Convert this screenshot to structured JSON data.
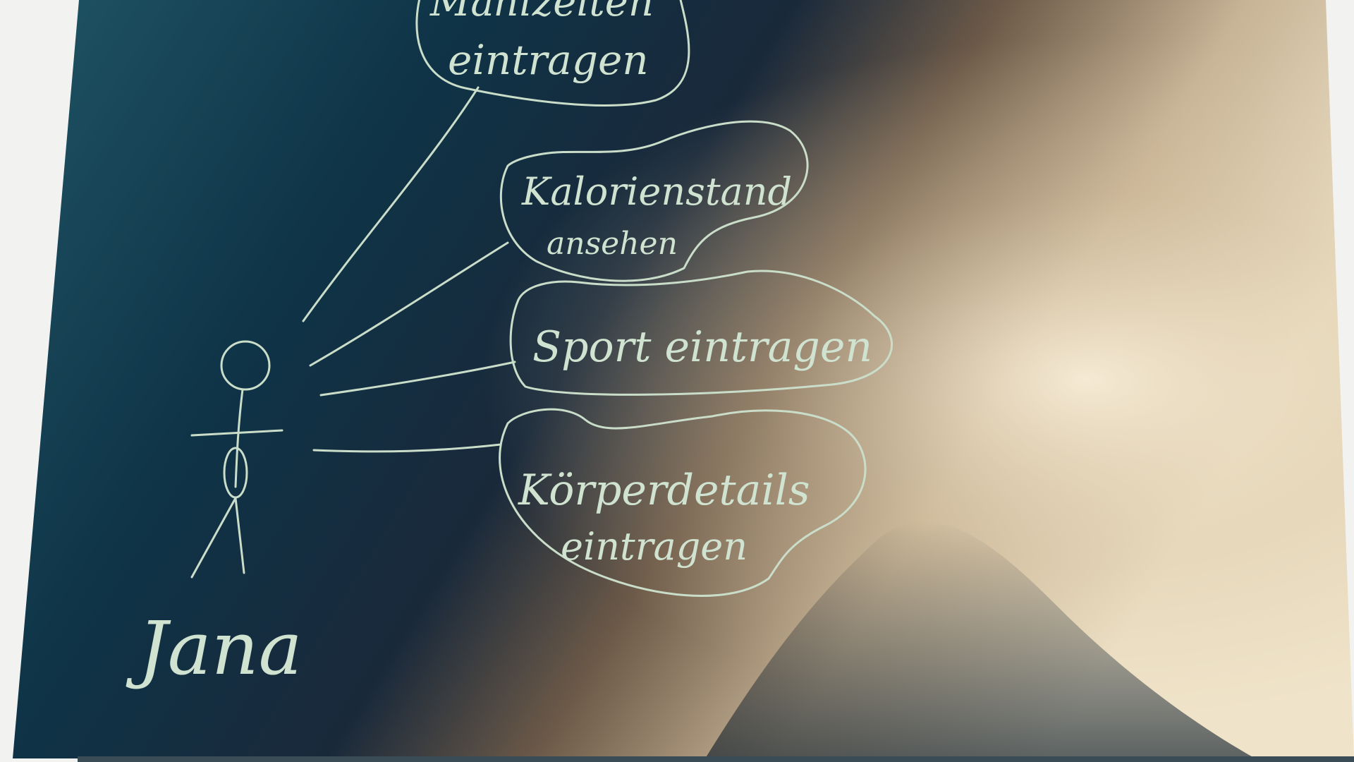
{
  "diagram": {
    "actor": {
      "name": "Jana"
    },
    "use_cases": [
      {
        "label_lines": [
          "Mahlzeiten",
          "eintragen"
        ]
      },
      {
        "label_lines": [
          "Kalorienstand",
          "ansehen"
        ]
      },
      {
        "label_lines": [
          "Sport eintragen"
        ]
      },
      {
        "label_lines": [
          "Körperdetails",
          "eintragen"
        ]
      }
    ]
  },
  "colors": {
    "board_dark": "#0e2a3c",
    "board_teal": "#1f5565",
    "board_light": "#eadcc0",
    "chalk": "#cfe3d0",
    "wall": "#f2f2f0"
  }
}
